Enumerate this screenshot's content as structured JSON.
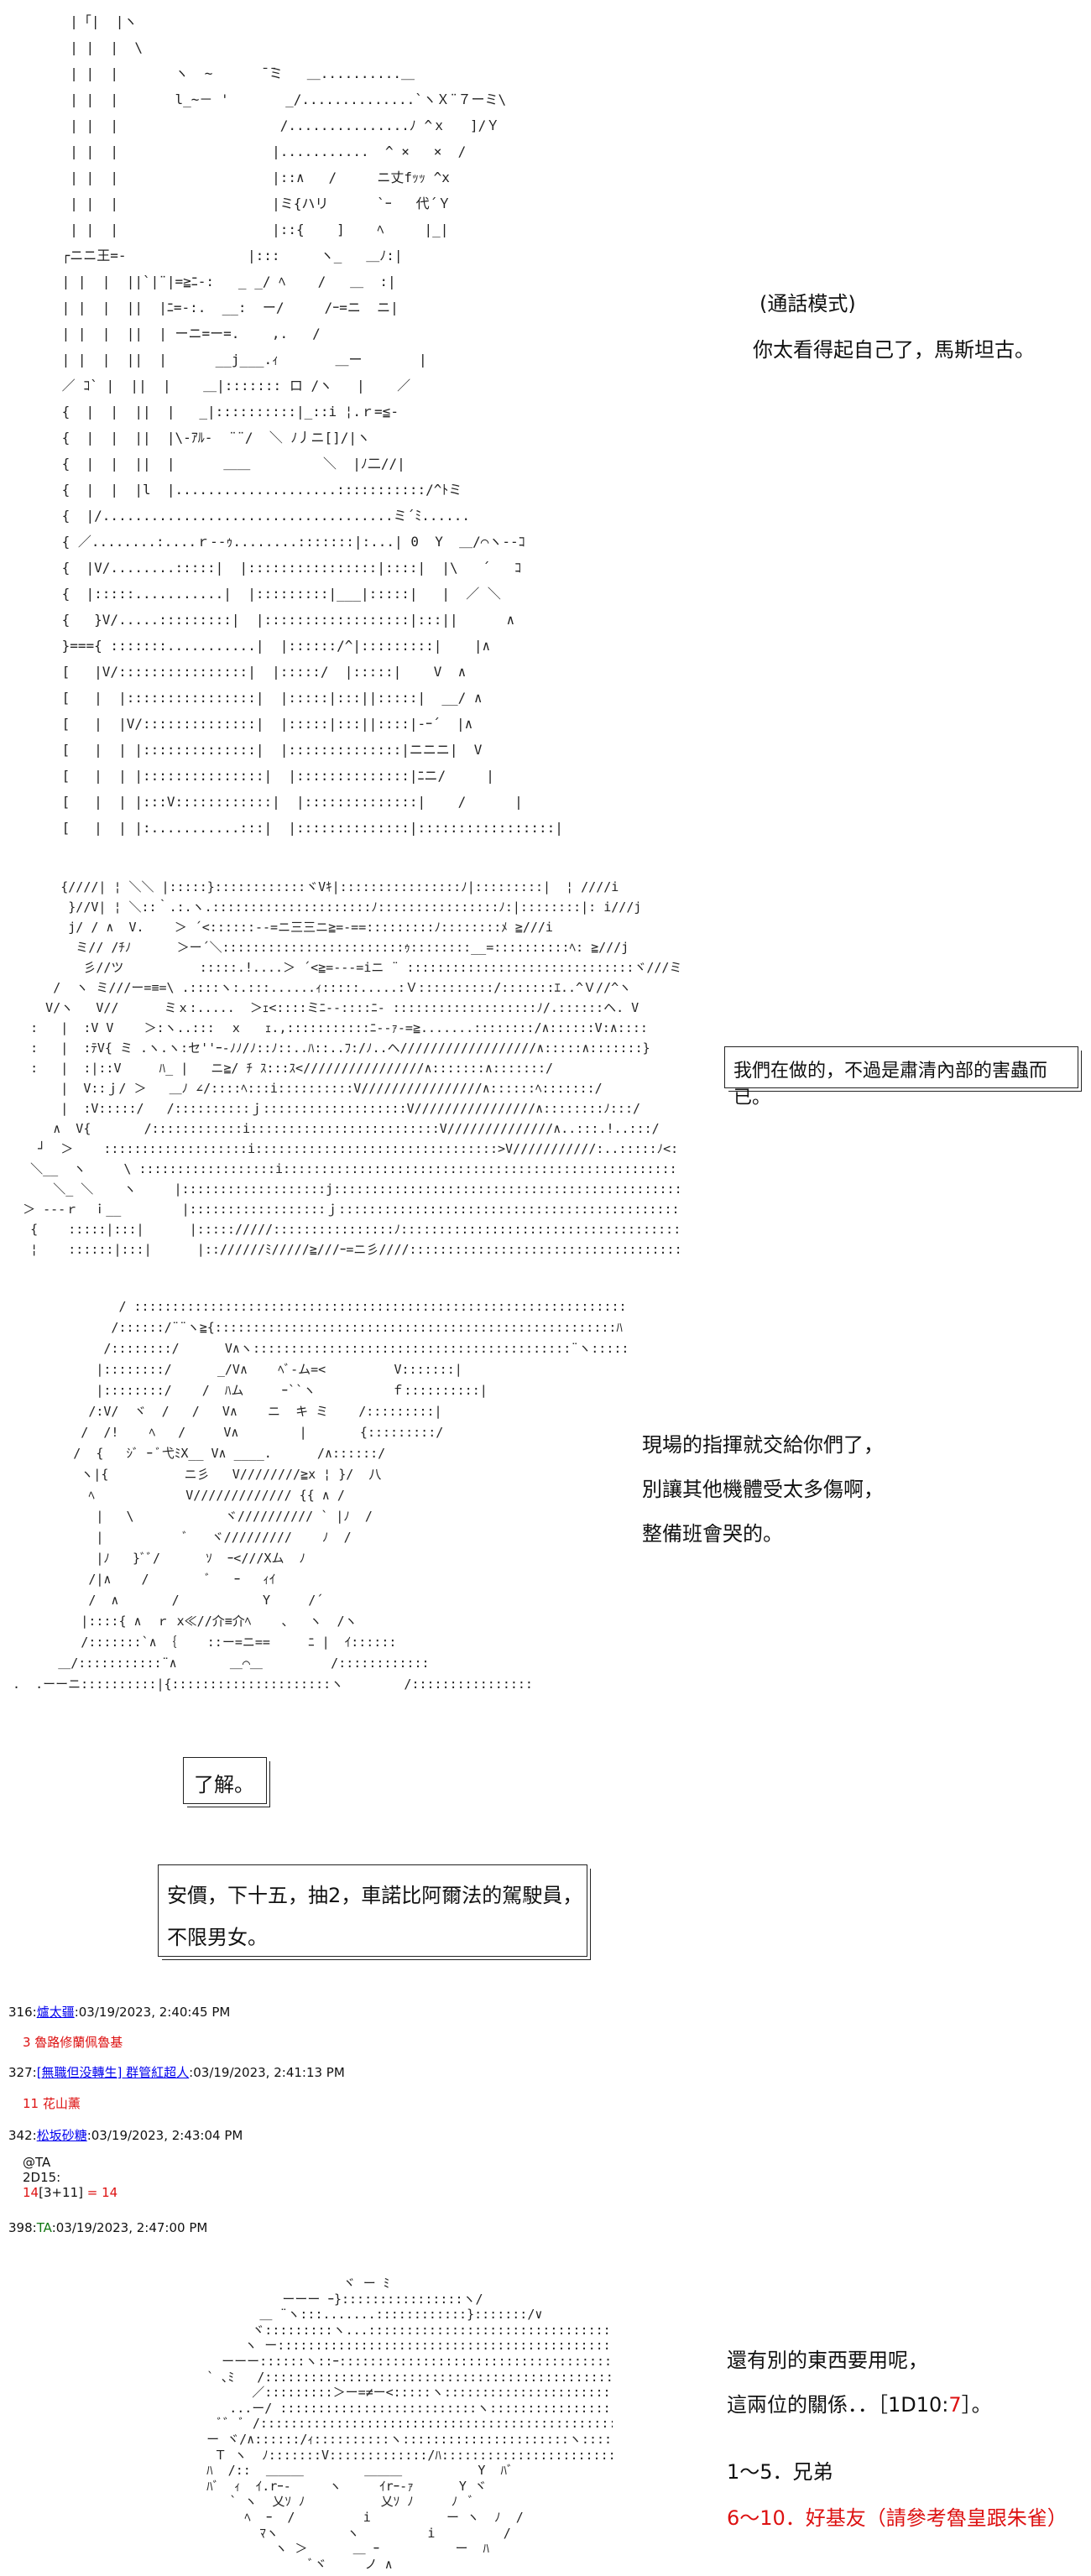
{
  "panel1": {
    "title": "(通話模式)",
    "line": "你太看得起自己了，馬斯坦古。",
    "art": "  |「|  |ヽ\n  | |  |  \\\n  | |  |       ヽ  ~      ̄ ̄ミ   ＿..........＿\n  | |  |       l_~－ '       _/..............`ヽＸ¨７ーミ\\\n  | |  |                    /...............ﾉ ^ｘ   ]/Ｙ\n  | |  |                   |...........  ^ ×   ×  /\n  | |  |                   |::∧   /     ニ丈fｯｯ ^x\n  | |  |                   |ミ{ハリ      `ｰ   代´Ｙ\n  | |  |                   |::{    ]    ﾍ     |_|\n ┌ニニ王=-               |:::     ヽ_   ＿ﾉ:|\n | |  |  ||`|¨|=≧ﾆ-:   _ _/ ﾍ    /   ＿  :|\n | |  |  ||  |ﾆ=-:.  __:  ー/     /ｰ=ニ  ニ|\n | |  |  ||  | ーニ=ー=.    ,.   /\n | |  |  ||  |      __j___.ｨ       ＿ー       |\n ／ ｺ` |  ||  |    ＿|::::::: ロ /ヽ   |    ／\n {  |  |  ||  |   _|::::::::::|_::i ¦.ｒ=≦-\n {  |  |  ||  |\\-ｱﾙ-  ¨¨/  ＼ ﾉ丿ニ[]/|ヽ\n {  |  |  ||  |      ＿＿         ＼  |ﾉ二//|\n {  |  |  |l  |....................:::::::::::/^ﾄミ\n {  |/....................................ミ´ﾐ......\n { ／........:....ｒ--ｩ........:::::::|:...| 0  Y  ＿/⌒ヽ--ｺ\n {  |V/........:::::|  |::::::::::::::::|::::|  |\\   ´   ｺ\n {  |:::::...........|  |:::::::::|___|:::::|   |  ／ ＼\n {   }V/.....:::::::::|  |::::::::::::::::::|:::||      ∧\n }==={ :::::::...........|  |::::::/^|:::::::::|    |∧\n [   |V/::::::::::::::::|  |:::::/  |:::::|    V  ∧\n [   |  |::::::::::::::::|  |:::::|:::||:::::|  __/ ∧\n [   |  |V/::::::::::::::|  |:::::|:::||::::|-ｰ´  |∧\n [   |  | |::::::::::::::|  |::::::::::::::|ニニニ|  V\n [   |  | |:::::::::::::::|  |::::::::::::::|ﾆニ/     |\n [   |  | |:::V::::::::::::|  |::::::::::::::|    /      |\n [   |  | |:...........:::|  |::::::::::::::|:::::::::::::::::|"
  },
  "panel2": {
    "caption": "我們在做的，不過是肅清內部的害蟲而已。",
    "art": "        {////| ¦ ＼＼ |:::::}::::::::::::ヾVｷ|::::::::::::::::ﾉ|:::::::::|  ¦ ////i\n         }//V| ¦ ＼::｀.:.ヽ.:::::::::::::::::::::ﾉ::::::::::::::::ﾉ:|::::::::|: i///j\n         j/ / ∧  V.    ＞ ´<::::::--=ニ三三ニ≧=-==:::::::::ﾉ::::::::ﾒ ≧///i\n          ミ// /ﾁﾉ      ＞ー´＼::::::::::::::::::::::::ｩ::::::::__=::::::::::ﾍ: ≧///j\n           彡//ツ          :::::.!....＞ ´<≧=---=iニ ¨ ::::::::::::::::::::::::::::::ヾ///ミ\n       /  ヽ ミ///ー=≡=\\ .::::ヽ:.:::......ｨ:::::.....:Ｖ::::::::::/:::::::ｴ..^Ｖ//^ヽ\n      V/ヽ   V//      ミｘ:.....  ＞ｪ<::::ミﾆ--::::ﾆ- :::::::::::::::::::ﾉ/.::::::ヘ. V\n    :   |  :V V    ＞:ヽ..:::  ｘ   ｪ.,:::::::::::ﾆ--ｧ-=≧.......::::::::/∧::::::V:∧::::\n    :   |  :ﾃV{ ミ .ヽ.ヽ:セ''ｰ-ﾉﾉ/ﾉ::ﾉ::..ﾊ::..ﾌ:/ﾉ..ヘ//////////////////∧:::::∧:::::::}\n    :   |  :|::V     ﾊ_ |   ニ≧/ ﾁ ｽ:::ｽ<////////////////∧:::::::∧:::::::/\n        |  V::ｊ/ ＞   ＿ﾉ ∠/::::ﾍ:::i::::::::::V////////////////∧::::::ﾍ:::::::/\n        |  :V:::::/   /::::::::::ｊ:::::::::::::::::::V////////////////∧::::::::ﾉ:::/\n       ∧  V{       /::::::::::::i:::::::::::::::::::::::::V//////////////∧..:::.!..:::/\n     ┘  ＞    :::::::::::::::::::i::::::::::::::::::::::::::::::::>V///////////:..:::::ﾉ<::/\n    ＼__  ヽ     \\ ::::::::::::::::::i:::::::::::::::::::::::::::::::::::::::::::::::::::::::::::.ｧ::::::/\n       ＼_ ＼    ヽ     |:::::::::::::::::::j:::::::::::::::::::::::::::::::::::::::::::::::::::::::::::ｿ::::/\n   ＞ ---ｒ  ｉ__        |::::::::::::::::::ｊ::::::::::::::::::::::::::::::::::::::::::::::::::::::::V |  \\ｰ\n    {    :::::|:::|      |::::://///::::::::::::::::ﾉ:::::::::::::::::::::::::::::::::::::::::::::::::::::::::::::\n    ¦    ::::::|:::|      |:://////ﾐ/////≧///ｰ=ニ彡////::::::::::::::::::::::::::::::::::::::::::::::::::::::::::::V"
  },
  "panel3": {
    "lines": [
      "現場的指揮就交給你們了，",
      "別讓其他機體受太多傷啊，",
      "整備班會哭的。"
    ],
    "art": "               / ::::::::::::::::::::::::::::::::::::::::::::::::::::::::::::::::::::ヽ\n              /::::::/¨¨ヽ≧{:::::::::::::::::::::::::::::::::::::::::::::::::::::ﾊ\n             /::::::::/      V∧ヽ::::::::::::::::::::::::::::::::::::::::::¨ヽ:::::::|\n            |::::::::/      _/V∧    ﾍﾞ-ム=<         V:::::::|\n            |::::::::/    /  ﾊム     ｰ``ヽ          ｆ::::::::::|\n           /:V/  ヾ  /   /   V∧    ニ  キ ミ    /:::::::::|\n          /  /!    ﾍ   /     V∧        |       {:::::::::/\n         /  {   ｼﾞ ｰ ﾞ弋ﾐX__ V∧ ____.      /∧::::::/\n          ヽ|{          ニ彡   V////////≧x ¦ }/  八\n           ﾍ            V///////////// {{ ∧ /\n            |   \\            ヾ////////// ` |ﾉ  /\n            |           ﾞ   ヾ/////////    ﾉ  /\n            |ﾉ   }ﾞﾞ/      ｿ  ｰ<///Xム  ﾉ\n           /|∧    /        ﾞ   ｰ   ｨｲ\n           /  ∧       /           Y     /´\n          |::::{ ∧  ｒ x≪//介≡介ﾍ    、  ヽ  /ヽ\n          /:::::::`∧ ｛    ::ー=ニ==     ﾆ |  ｲ::::::\n       ＿/:::::::::::¨∧       ＿⌒＿         /::::::::::::\n .  .ーーニ::::::::::|{:::::::::::::::::::::ヽ        /::::::::::::::::"
  },
  "box_ryokai": "了解。",
  "box_anke": [
    "安價，下十五，抽2，車諾比阿爾法的駕駛員，",
    "不限男女。"
  ],
  "posts": [
    {
      "num": "316:",
      "name": "爐太疆",
      "time": ":03/19/2023, 2:40:45 PM",
      "body": "3 魯路修蘭佩魯基",
      "green": false
    },
    {
      "num": "327:",
      "name": "[無職但没轉生] 群管紅超人",
      "time": ":03/19/2023, 2:41:13 PM",
      "body": "11 花山薰",
      "green": false
    },
    {
      "num": "342:",
      "name": "松坂砂糖",
      "time": ":03/19/2023, 2:43:04 PM",
      "body": "",
      "green": false
    },
    {
      "num": "398:",
      "name": "TA",
      "time": ":03/19/2023, 2:47:00 PM",
      "body": "",
      "green": true
    }
  ],
  "post342_lines": [
    "@TA",
    "2D15:"
  ],
  "dice": {
    "prefix": "14",
    "roll": "[3+11]",
    "eq": " = 14"
  },
  "panel4": {
    "line1": "還有別的東西要用呢，",
    "line2_prefix": "這兩位的關係．．［1D10:",
    "line2_roll": "7",
    "line2_suffix": "］。",
    "opt1": "1～5．兄弟",
    "opt2": "6～10．好基友（請參考魯皇跟朱雀）",
    "art": "                      ヾ ー ﾐ\n              ーーー ｰ}::::::::::::::::ヽ/\n           ＿ ¨ヽ:::.......::::::::::::}:::::::/∨\n          ヾ:::::::::ヽ...:::::::::::::::::::::::::::::::::}/ﾊ\n         ヽ ー:::::::::::::::::::::::::::::::::::::::::::::::ヽ\n      ーーー::::::ヽ::ｰ::::::::::::::::::::::::::::::::::::::::::::ヽ\n    ` ､ﾐ   /::::::::::::::::::::::::::::::::::::::::::::::::::::::::::::ヽ:..\n          ／:::::::::＞ー=≠ー<:::::ヽ:::::::::::::::::::::::::::::ﾏヾ\n       ...ー/ ::::::::::::::::::::::::::ヽ::::::::::::::::::::::::::::::::::::::ヽ\n      ﾞ゛ ﾞ /:::::::::::::::::::::::::::::::::::::::::::::::::::::::::::::::::::::::::::ﾆ-\n    ー ヾ/∧::::::/ｨ::::::::::ヽ::::::::::::::::::::::ヽ:::::::::::::ヽ:::ｰ\n     Ｔ ヽ  ﾉ:::::::V:::::::::::::/ﾊ:::::::::::::::::::::::::::::::::::ヤ::::ﾍ\n    ﾊ  /::  ＿＿＿        ＿＿＿          Y  ﾊﾞ\n    ﾊﾞ  ｨ  ｲ.rｰ-     ヽ     ｲrｰ-ｧ      Y ヾ\n       ` ヽ  乂ｿ ﾉ          乂ｿ ﾉ     ﾉ  ﾞ\n         ﾍ  ｰ  /         i          ー ヽ  ﾉ  /\n           ﾏヽ         ヽ         i         /\n             ヽ ＞      ＿ ｰ          ー  ﾊ\n                  ﾞヾ     ノ ∧"
  }
}
